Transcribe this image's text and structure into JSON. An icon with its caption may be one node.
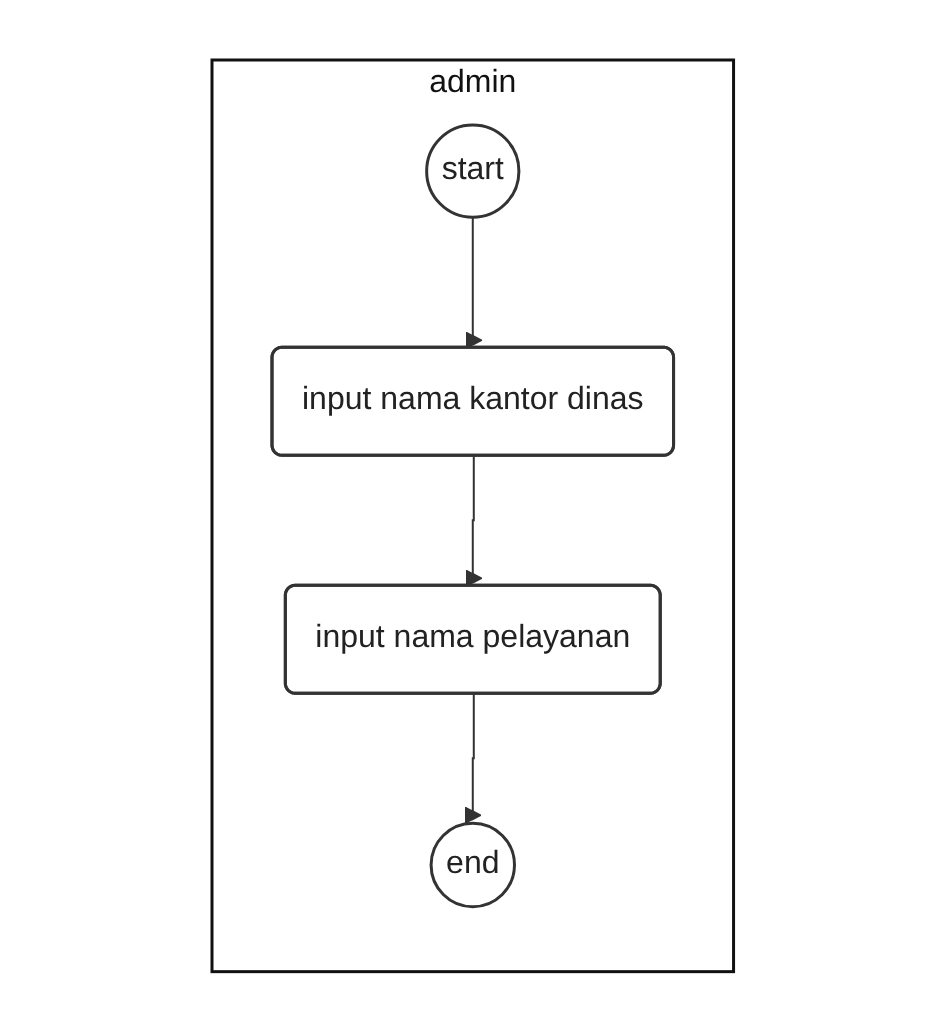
{
  "diagram": {
    "nodes": [
      {
        "text": [
          "admin"
        ]
      },
      {
        "text": [
          "start"
        ],
        "in": 0
      },
      {
        "text": [
          "input nama kantor dinas"
        ],
        "in": 0
      },
      {
        "text": [
          "input nama pelayanan"
        ],
        "in": 0
      },
      {
        "text": [
          "end"
        ],
        "in": 0
      }
    ],
    "edges": [
      {
        "from": 1,
        "to": 2,
        "arrow": "to"
      },
      {
        "from": 2,
        "to": 3,
        "arrow": "to"
      },
      {
        "from": 3,
        "to": 4,
        "arrow": "to"
      }
    ]
  }
}
